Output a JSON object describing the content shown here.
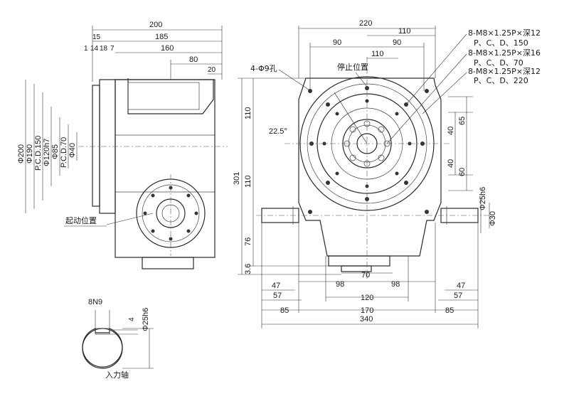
{
  "side_view": {
    "dims_top": [
      "200",
      "185",
      "15",
      "160",
      "1",
      "14",
      "18",
      "7",
      "80",
      "20"
    ],
    "dims_left": [
      "Φ200",
      "Φ190",
      "P.C.D.150",
      "Φ120h7",
      "Φ85",
      "P.C.D.70",
      "Φ40"
    ],
    "label_start": "起动位置"
  },
  "front_view": {
    "dim_top": [
      "220",
      "110",
      "90",
      "90",
      "110"
    ],
    "label_holes": "4-Φ9孔",
    "label_stop": "停止位置",
    "angle": "22.5°",
    "notes": [
      "8-M8×1.25P×深12",
      "P、C、D、150",
      "8-M8×1.25P×深16",
      "P、C、D、70",
      "8-M8×1.25P×深12",
      "P、C、D、220"
    ],
    "dims_left": [
      "110",
      "301",
      "110",
      "76",
      "3.6"
    ],
    "dims_right": [
      "40",
      "65",
      "40",
      "60",
      "Φ25h6",
      "Φ30"
    ],
    "dims_bottom": [
      "70",
      "98",
      "98",
      "47",
      "47",
      "57",
      "57",
      "120",
      "85",
      "85",
      "170",
      "340"
    ]
  },
  "shaft_section": {
    "keyway": "8N9",
    "depth": "4",
    "diameter": "Φ25h6",
    "title": "入力轴"
  }
}
